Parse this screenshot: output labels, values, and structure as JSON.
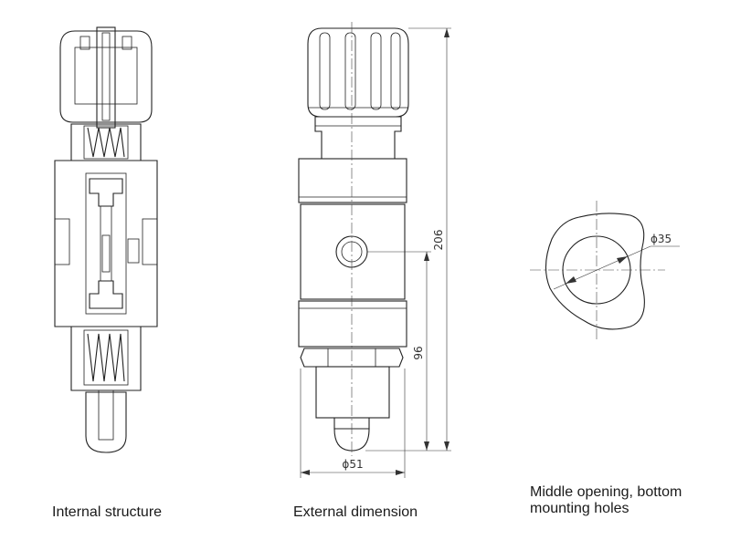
{
  "captions": {
    "internal": "Internal structure",
    "external": "External dimension",
    "opening": "Middle opening, bottom mounting holes"
  },
  "dimensions": {
    "overall_height": "206",
    "lower_height": "96",
    "width": "ϕ51",
    "hole_diameter": "ϕ35"
  }
}
